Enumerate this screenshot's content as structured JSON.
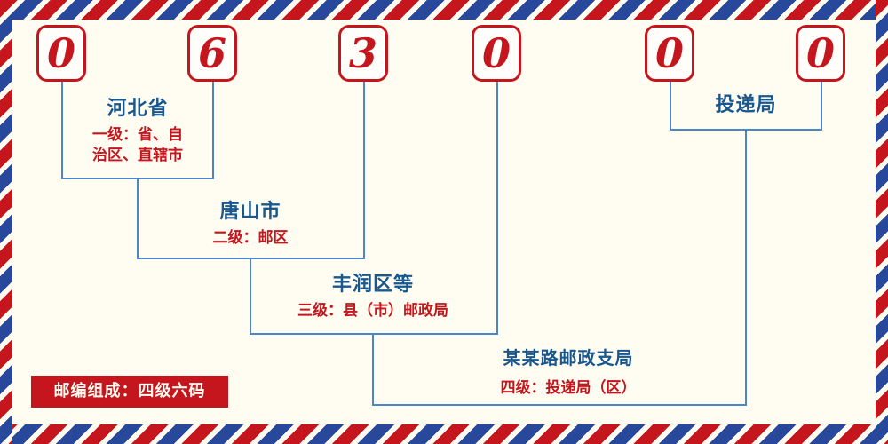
{
  "postal_code": {
    "digits": [
      "0",
      "6",
      "3",
      "0",
      "0",
      "0"
    ]
  },
  "levels": {
    "level1": {
      "name": "河北省",
      "desc": "一级：省、自治区、直辖市"
    },
    "level2": {
      "name": "唐山市",
      "desc": "二级：邮区"
    },
    "level3": {
      "name": "丰润区等",
      "desc": "三级：县（市）邮政局"
    },
    "level4": {
      "name": "某某路邮政支局",
      "desc": "四级：投递局（区）"
    },
    "delivery": {
      "name": "投递局"
    }
  },
  "footer": {
    "composition": "邮编组成：四级六码"
  },
  "colors": {
    "digit_red": "#c5161d",
    "label_blue": "#19578f",
    "line_blue": "#4a86c8",
    "stripe_red": "#c5161d",
    "stripe_blue": "#27489b",
    "background": "#fffdf2"
  }
}
